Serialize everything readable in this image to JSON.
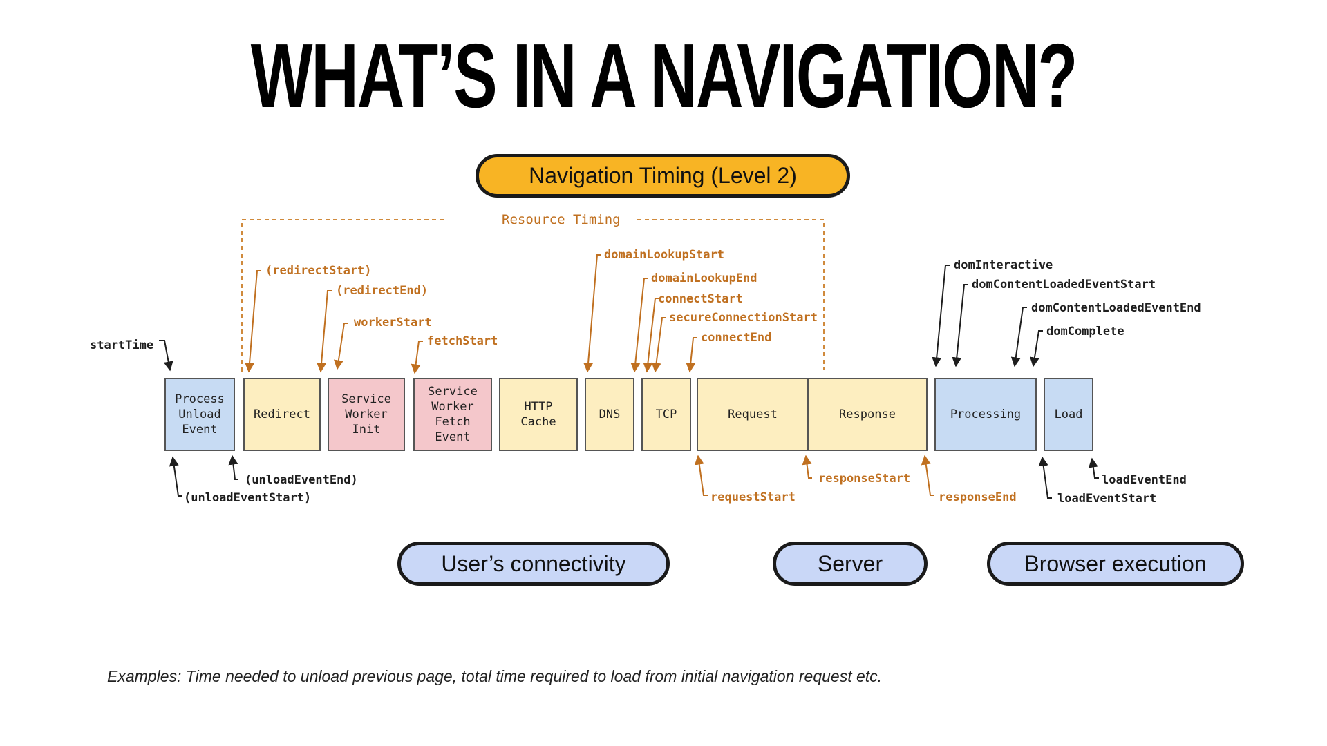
{
  "title": "WHAT’S IN A NAVIGATION?",
  "badges": {
    "nav_timing": "Navigation Timing (Level 2)",
    "connectivity": "User’s connectivity",
    "server": "Server",
    "browser": "Browser execution"
  },
  "resource_timing_label": "Resource Timing",
  "boxes": {
    "process_unload": "Process\nUnload\nEvent",
    "redirect": "Redirect",
    "sw_init": "Service\nWorker\nInit",
    "sw_fetch": "Service\nWorker\nFetch\nEvent",
    "http_cache": "HTTP\nCache",
    "dns": "DNS",
    "tcp": "TCP",
    "request": "Request",
    "response": "Response",
    "processing": "Processing",
    "load": "Load"
  },
  "labels": {
    "start_time": "startTime",
    "redirect_start": "(redirectStart)",
    "redirect_end": "(redirectEnd)",
    "worker_start": "workerStart",
    "fetch_start": "fetchStart",
    "domain_lookup_start": "domainLookupStart",
    "domain_lookup_end": "domainLookupEnd",
    "connect_start": "connectStart",
    "secure_connection_start": "secureConnectionStart",
    "connect_end": "connectEnd",
    "dom_interactive": "domInteractive",
    "dcl_start": "domContentLoadedEventStart",
    "dcl_end": "domContentLoadedEventEnd",
    "dom_complete": "domComplete",
    "unload_event_end": "(unloadEventEnd)",
    "unload_event_start": "(unloadEventStart)",
    "request_start": "requestStart",
    "response_start": "responseStart",
    "response_end": "responseEnd",
    "load_event_end": "loadEventEnd",
    "load_event_start": "loadEventStart"
  },
  "footnote": "Examples: Time needed to unload previous page, total time required to load from initial navigation request etc.",
  "colors": {
    "orange_accent": "#c07020",
    "badge_yellow": "#f8b424",
    "badge_blue": "#c9d7f7",
    "box_blue": "#c7dbf3",
    "box_yellow": "#fdeec0",
    "box_pink": "#f4c7cb"
  }
}
